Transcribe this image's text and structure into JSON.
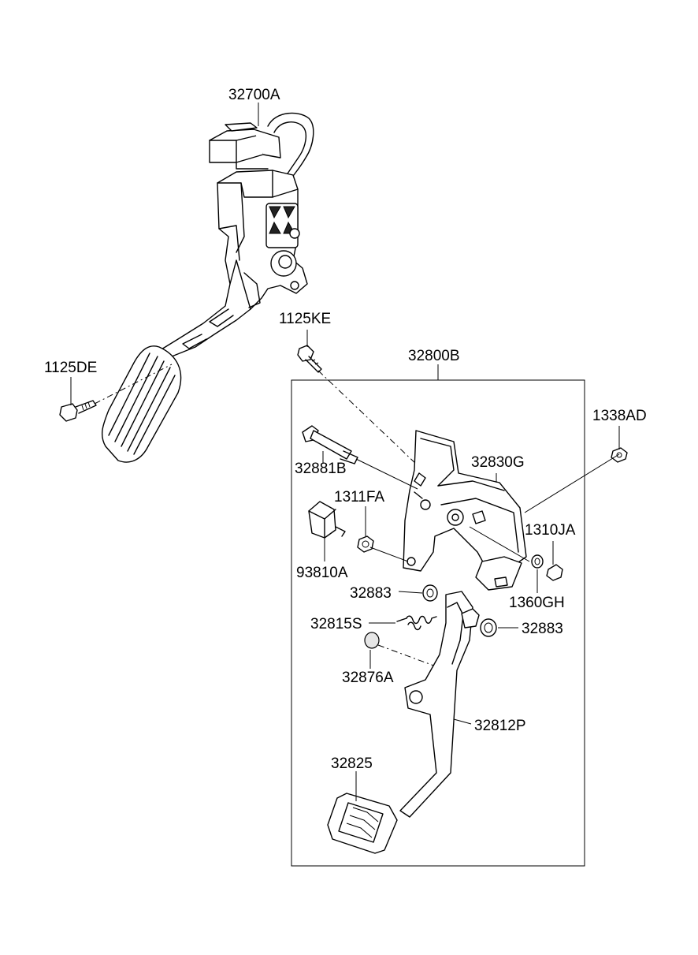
{
  "labels": {
    "p32700A": "32700A",
    "p1125KE": "1125KE",
    "p32800B": "32800B",
    "p1125DE": "1125DE",
    "p1338AD": "1338AD",
    "p32881B": "32881B",
    "p32830G": "32830G",
    "p1311FA": "1311FA",
    "p1310JA": "1310JA",
    "p93810A": "93810A",
    "p32883_left": "32883",
    "p1360GH": "1360GH",
    "p32815S": "32815S",
    "p32883_right": "32883",
    "p32876A": "32876A",
    "p32812P": "32812P",
    "p32825": "32825"
  }
}
